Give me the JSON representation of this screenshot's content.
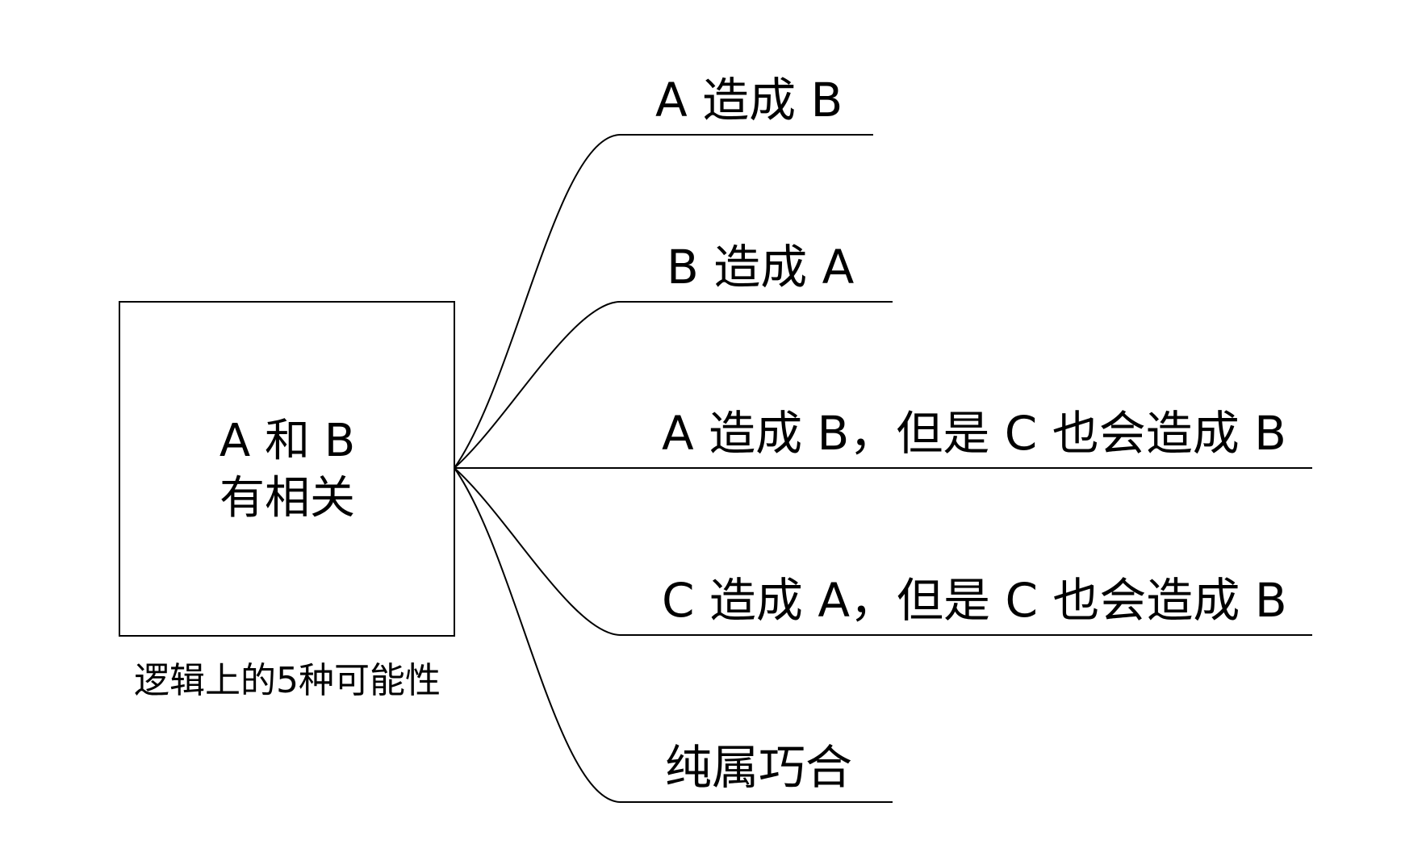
{
  "root": {
    "line1": "A 和 B",
    "line2": "有相关",
    "caption": "逻辑上的5种可能性"
  },
  "branches": [
    {
      "label": "A 造成 B"
    },
    {
      "label": "B 造成 A"
    },
    {
      "label": "A 造成 B，但是 C 也会造成 B"
    },
    {
      "label": "C 造成 A，但是 C 也会造成 B"
    },
    {
      "label": "纯属巧合"
    }
  ],
  "colors": {
    "stroke": "#000000",
    "text": "#000000",
    "background": "#ffffff"
  }
}
